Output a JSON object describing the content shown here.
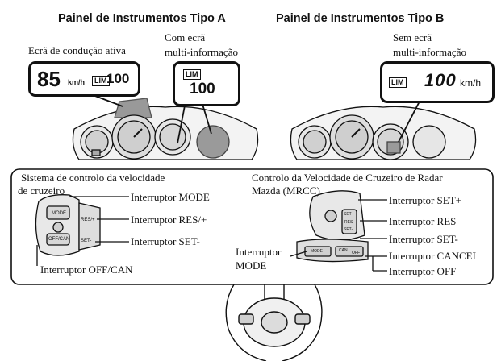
{
  "panel_a": {
    "title": "Painel de Instrumentos Tipo A",
    "label_left": "Ecrã de condução ativa",
    "label_right_1": "Com ecrã",
    "label_right_2": "multi-informação",
    "active_speed": "85",
    "speed_unit": "km/h",
    "lim_label": "LIM",
    "active_limit": "100",
    "multi_limit": "100"
  },
  "panel_b": {
    "title": "Painel de Instrumentos Tipo B",
    "label_1": "Sem ecrã",
    "label_2": "multi-informação",
    "lim_label": "LIM",
    "segment_value": "100",
    "speed_unit": "km/h"
  },
  "left_group": {
    "title_1": "Sistema de controlo da velocidade",
    "title_2": "de cruzeiro",
    "mode_switch": "Interruptor MODE",
    "res_switch": "Interruptor RES/+",
    "set_switch": "Interruptor SET-",
    "offcan_switch": "Interruptor OFF/CAN",
    "btn_mode": "MODE",
    "btn_res": "RES/+",
    "btn_set": "SET-",
    "btn_offcan": "OFF/CAN"
  },
  "right_group": {
    "title_1": "Controlo da Velocidade de Cruzeiro de Radar",
    "title_2": "Mazda (MRCC)",
    "setplus_switch": "Interruptor SET+",
    "res_switch": "Interruptor RES",
    "setminus_switch": "Interruptor SET-",
    "cancel_switch": "Interruptor CANCEL",
    "off_switch": "Interruptor OFF",
    "mode_1": "Interruptor",
    "mode_2": "MODE",
    "btn_set_plus": "SET+",
    "btn_res": "RES",
    "btn_set_minus": "SET-",
    "btn_mode": "MODE",
    "btn_can": "CAN",
    "btn_off": "OFF"
  }
}
